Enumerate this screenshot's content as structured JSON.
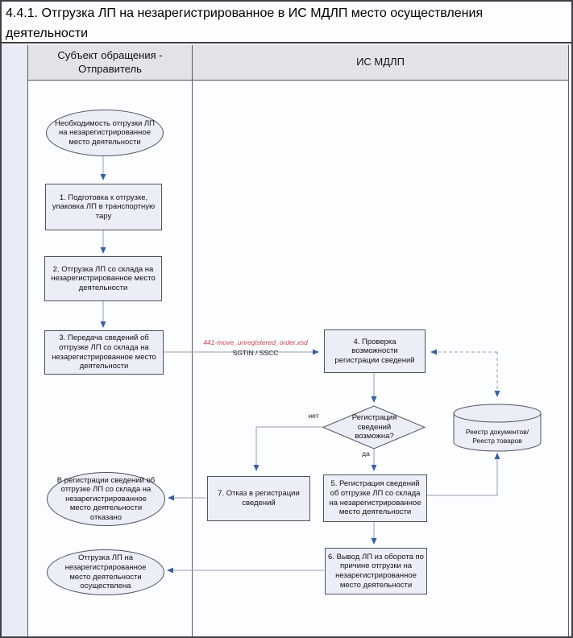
{
  "title": "4.4.1. Отгрузка ЛП на незарегистрированное в ИС МДЛП место осуществления деятельности",
  "lanes": {
    "sender": "Субъект обращения - Отправитель",
    "mdlp": "ИС МДЛП"
  },
  "nodes": {
    "start": "Необходимость отгрузки ЛП на незарегистрированное место деятельности",
    "step1": "1. Подготовка к отгрузке, упаковка ЛП в транспортную тару",
    "step2": "2. Отгрузка ЛП со склада на незарегистрированное место деятельности",
    "step3": "3. Передача сведений об отгрузке ЛП со склада на незарегистрированное место деятельности",
    "step4": "4. Проверка возможности регистрации сведений",
    "decision": "Регистрация сведений возможна?",
    "step5": "5. Регистрация сведений об отгрузке ЛП со склада на незарегистрированное место деятельности",
    "step6": "6. Вывод ЛП из оборота по причине отгрузки на незарегистрированное место деятельности",
    "step7": "7. Отказ в регистрации сведений",
    "end_rejected": "В регистрации сведений об отгрузке ЛП со склада на незарегистрированное место деятельности отказано",
    "end_done": "Отгрузка ЛП на незарегистрированное место деятельности осуществлена",
    "registry": "Реестр документов/Реестр товаров"
  },
  "edge_labels": {
    "xsd_file": "441-move_unregistered_order.xsd",
    "identifiers": "SGTIN / SSCC",
    "no": "нет",
    "yes": "да"
  },
  "colors": {
    "node_fill": "#ebeef6",
    "lane_header_fill": "#e2e3e7",
    "band_fill": "#e9ecf6",
    "arrow_head": "#3a5e9e",
    "connector_line": "#949db0",
    "xsd_label": "#c44550",
    "frame_border": "#3f4045",
    "shape_border": "#51525c"
  }
}
